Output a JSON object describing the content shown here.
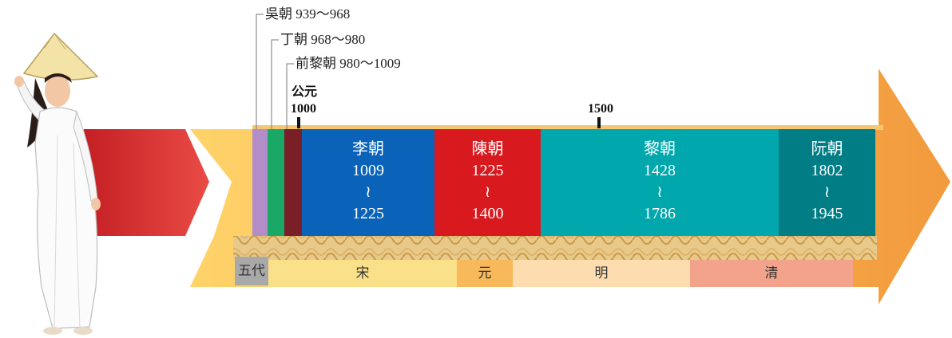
{
  "callouts": {
    "wu": "吳朝 939～968",
    "dinh": "丁朝 968～980",
    "early_le": "前黎朝 980～1009"
  },
  "axis": {
    "era": "公元",
    "tick_1000": "1000",
    "tick_1500": "1500"
  },
  "dynasties": [
    {
      "name": "李朝",
      "start": "1009",
      "sep": "≀",
      "end": "1225",
      "color": "#0a63b8"
    },
    {
      "name": "陳朝",
      "start": "1225",
      "sep": "≀",
      "end": "1400",
      "color": "#d81a1f"
    },
    {
      "name": "黎朝",
      "start": "1428",
      "sep": "≀",
      "end": "1786",
      "color": "#00a7ac"
    },
    {
      "name": "阮朝",
      "start": "1802",
      "sep": "≀",
      "end": "1945",
      "color": "#007d85"
    }
  ],
  "small_dynasty_colors": {
    "wu": "#b28dc8",
    "dinh": "#1aa866",
    "early_le": "#7a1f27"
  },
  "china": [
    {
      "name": "五代",
      "color": "#a9a9a9"
    },
    {
      "name": "宋",
      "color": "#fbe08a"
    },
    {
      "name": "元",
      "color": "#f7b95a"
    },
    {
      "name": "明",
      "color": "#fddcb0"
    },
    {
      "name": "清",
      "color": "#f3a38b"
    }
  ],
  "colors": {
    "arrow": "#f5a94a",
    "arrow_light": "#ffd66b",
    "red_tail": "#e13c3c"
  }
}
